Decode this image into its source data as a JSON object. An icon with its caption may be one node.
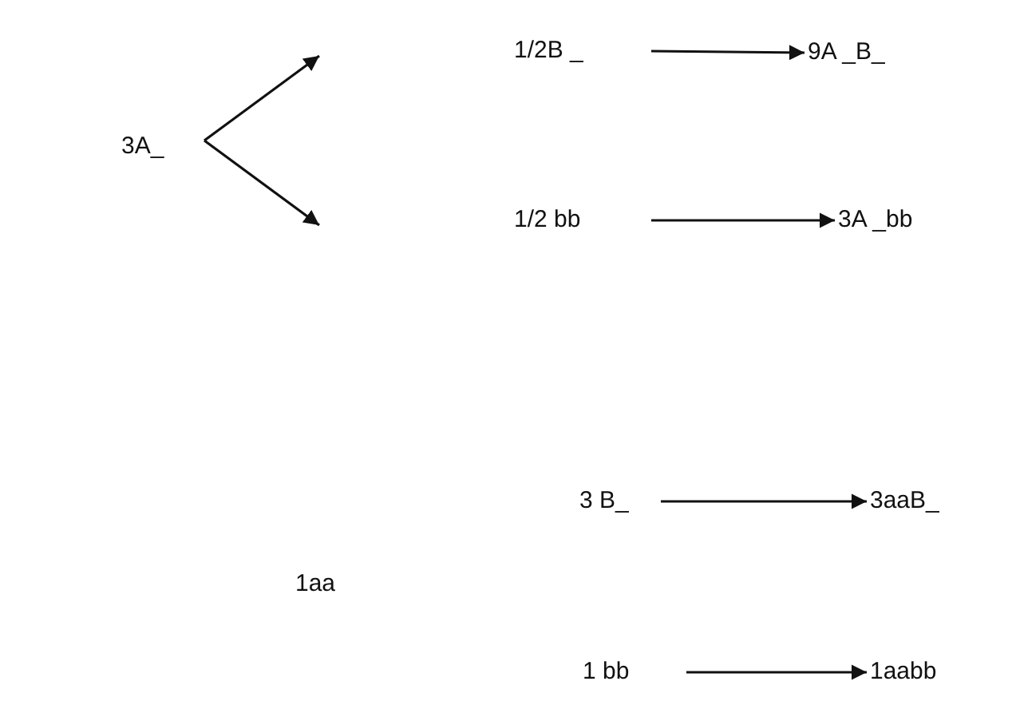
{
  "diagram": {
    "nodes": [
      {
        "text": [
          "3A_"
        ]
      },
      {
        "text": [
          "1/2B _"
        ]
      },
      {
        "text": [
          "9A _B_"
        ]
      },
      {
        "text": [
          "1/2 bb"
        ]
      },
      {
        "text": [
          "3A _bb"
        ]
      },
      {
        "text": [
          "1aa"
        ]
      },
      {
        "text": [
          "3 B_"
        ]
      },
      {
        "text": [
          "3aaB_"
        ]
      },
      {
        "text": [
          "1 bb"
        ]
      },
      {
        "text": [
          "1aabb"
        ]
      }
    ],
    "edges": [
      {
        "from": 0,
        "to": null,
        "arrow": "to"
      },
      {
        "from": 0,
        "to": null,
        "arrow": "to"
      },
      {
        "from": 1,
        "to": 2,
        "arrow": "to"
      },
      {
        "from": 3,
        "to": 4,
        "arrow": "to"
      },
      {
        "from": 6,
        "to": 7,
        "arrow": "to"
      },
      {
        "from": 8,
        "to": 9,
        "arrow": "to"
      }
    ]
  }
}
